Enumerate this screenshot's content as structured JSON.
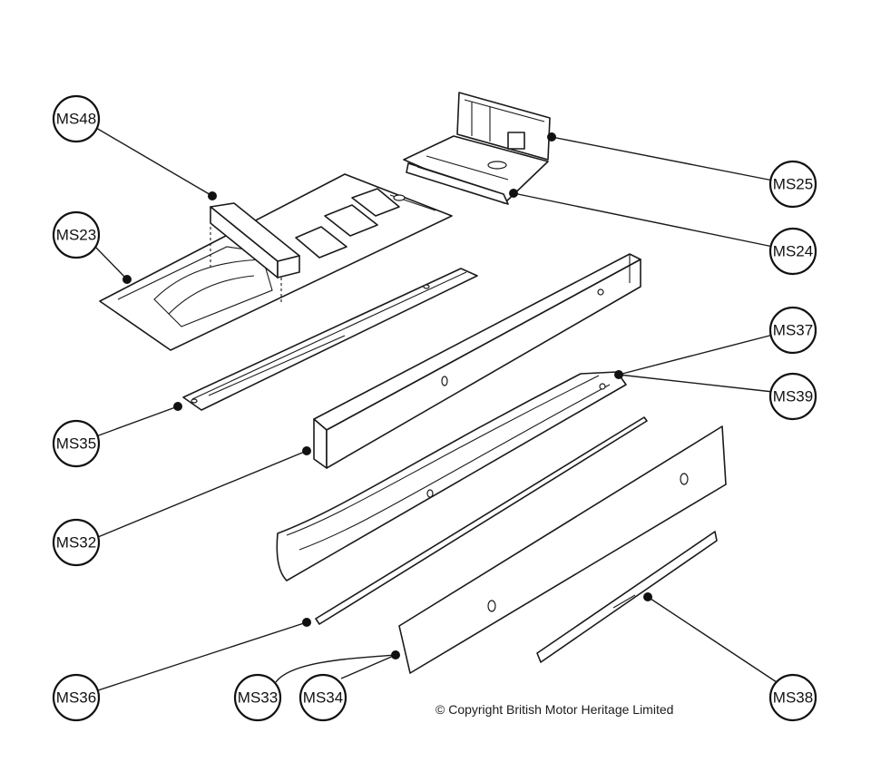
{
  "callouts": [
    {
      "id": "ms48",
      "label": "MS48"
    },
    {
      "id": "ms23",
      "label": "MS23"
    },
    {
      "id": "ms25",
      "label": "MS25"
    },
    {
      "id": "ms24",
      "label": "MS24"
    },
    {
      "id": "ms37",
      "label": "MS37"
    },
    {
      "id": "ms39",
      "label": "MS39"
    },
    {
      "id": "ms35",
      "label": "MS35"
    },
    {
      "id": "ms32",
      "label": "MS32"
    },
    {
      "id": "ms36",
      "label": "MS36"
    },
    {
      "id": "ms33",
      "label": "MS33"
    },
    {
      "id": "ms34",
      "label": "MS34"
    },
    {
      "id": "ms38",
      "label": "MS38"
    }
  ],
  "copyright": "© Copyright British Motor Heritage Limited"
}
